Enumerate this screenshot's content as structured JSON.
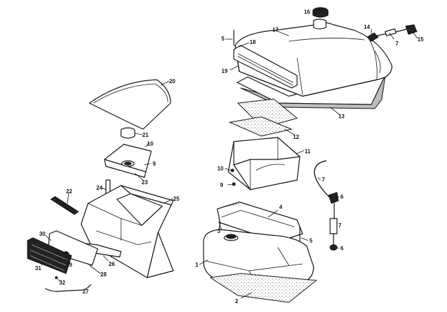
{
  "callouts": [
    {
      "key": "c1",
      "text": "1"
    },
    {
      "key": "c2",
      "text": "2"
    },
    {
      "key": "c3",
      "text": "3"
    },
    {
      "key": "c4",
      "text": "4"
    },
    {
      "key": "c5a",
      "text": "5"
    },
    {
      "key": "c5b",
      "text": "5"
    },
    {
      "key": "c6a",
      "text": "6"
    },
    {
      "key": "c6b",
      "text": "6"
    },
    {
      "key": "c7a",
      "text": "7"
    },
    {
      "key": "c7b",
      "text": "7"
    },
    {
      "key": "c7c",
      "text": "7"
    },
    {
      "key": "c9a",
      "text": "9"
    },
    {
      "key": "c9b",
      "text": "9"
    },
    {
      "key": "c10a",
      "text": "10"
    },
    {
      "key": "c10b",
      "text": "10"
    },
    {
      "key": "c11",
      "text": "11"
    },
    {
      "key": "c12",
      "text": "12"
    },
    {
      "key": "c13",
      "text": "13"
    },
    {
      "key": "c14",
      "text": "14"
    },
    {
      "key": "c15",
      "text": "15"
    },
    {
      "key": "c16",
      "text": "16"
    },
    {
      "key": "c17",
      "text": "17"
    },
    {
      "key": "c18",
      "text": "18"
    },
    {
      "key": "c19",
      "text": "19"
    },
    {
      "key": "c20",
      "text": "20"
    },
    {
      "key": "c21",
      "text": "21"
    },
    {
      "key": "c22",
      "text": "22"
    },
    {
      "key": "c23",
      "text": "23"
    },
    {
      "key": "c24",
      "text": "24"
    },
    {
      "key": "c25",
      "text": "25"
    },
    {
      "key": "c26",
      "text": "26"
    },
    {
      "key": "c27",
      "text": "27"
    },
    {
      "key": "c28",
      "text": "28"
    },
    {
      "key": "c29",
      "text": "29"
    },
    {
      "key": "c30",
      "text": "30"
    },
    {
      "key": "c31",
      "text": "31"
    },
    {
      "key": "c32",
      "text": "32"
    }
  ]
}
